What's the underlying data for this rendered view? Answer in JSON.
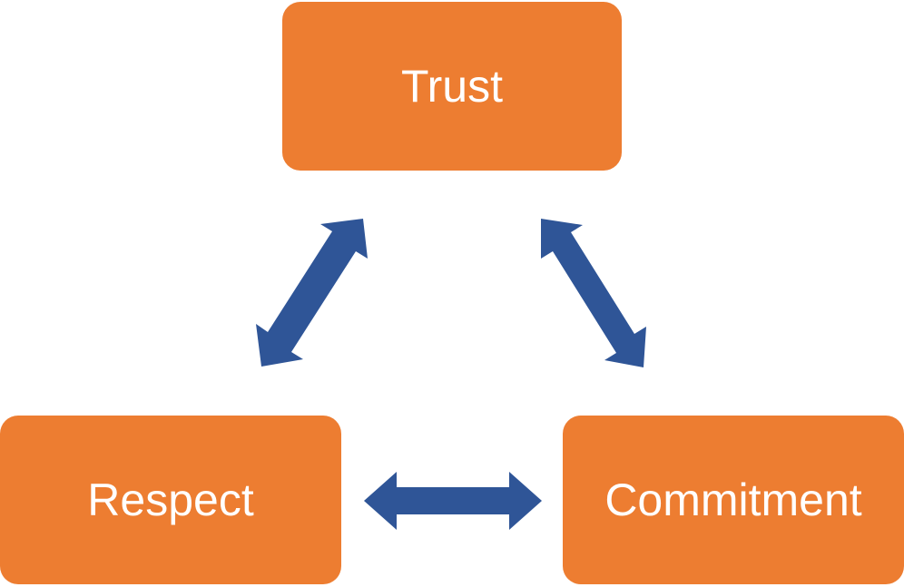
{
  "diagram": {
    "nodes": {
      "trust": "Trust",
      "respect": "Respect",
      "commitment": "Commitment"
    },
    "colors": {
      "node_fill": "#ED7D31",
      "node_text": "#FFFFFF",
      "arrow_fill": "#2F5597"
    },
    "connections": [
      {
        "from": "Trust",
        "to": "Respect",
        "style": "double-headed-arrow"
      },
      {
        "from": "Trust",
        "to": "Commitment",
        "style": "double-headed-arrow"
      },
      {
        "from": "Respect",
        "to": "Commitment",
        "style": "double-headed-arrow"
      }
    ]
  }
}
